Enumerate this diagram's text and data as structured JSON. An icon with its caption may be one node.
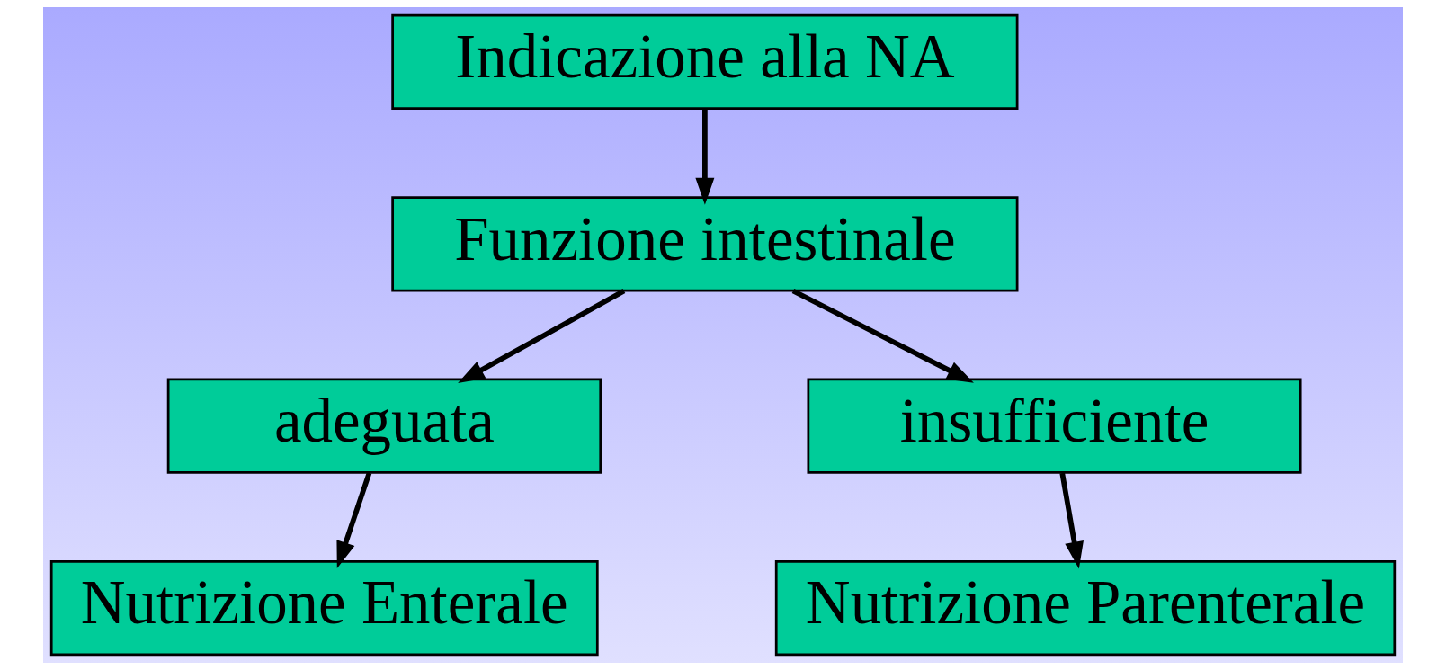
{
  "diagram": {
    "nodes": [
      {
        "text": [
          "Indicazione alla NA"
        ]
      },
      {
        "text": [
          "Funzione intestinale"
        ]
      },
      {
        "text": [
          "adeguata"
        ]
      },
      {
        "text": [
          "insufficiente"
        ]
      },
      {
        "text": [
          "Nutrizione Enterale"
        ]
      },
      {
        "text": [
          "Nutrizione Parenterale"
        ]
      }
    ],
    "edges": [
      {
        "from": 0,
        "to": 1,
        "arrow": "to"
      },
      {
        "from": 1,
        "to": 2,
        "arrow": "to"
      },
      {
        "from": 1,
        "to": 3,
        "arrow": "to"
      },
      {
        "from": 2,
        "to": 4,
        "arrow": "to"
      },
      {
        "from": 3,
        "to": 5,
        "arrow": "to"
      }
    ]
  }
}
